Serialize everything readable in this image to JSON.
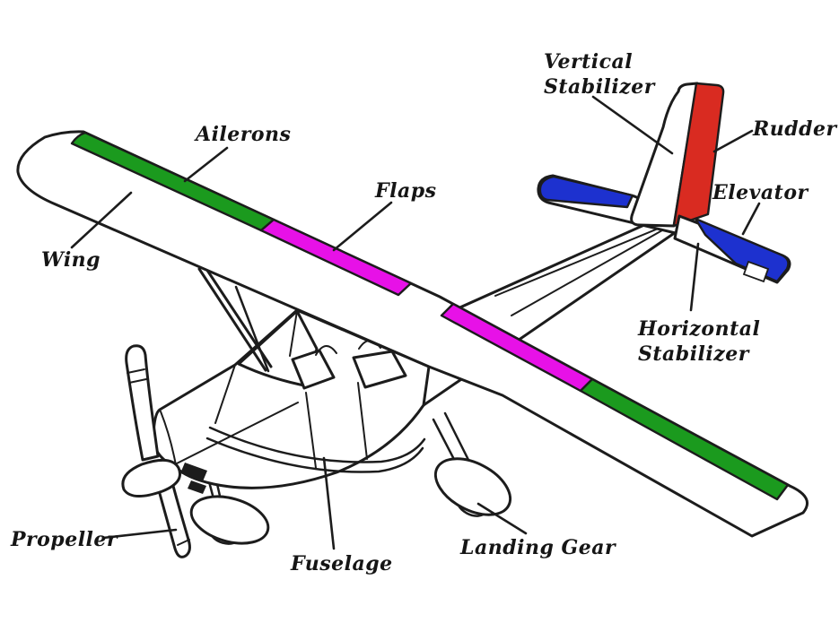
{
  "figure": {
    "type": "labeled-diagram",
    "subject": "airplane parts (high-wing single-engine aircraft, 3/4 view line drawing)",
    "colors": {
      "outline": "#1c1c1c",
      "aileron_green": "#1b9a1e",
      "flap_magenta": "#e711e7",
      "rudder_red": "#d92b21",
      "elevator_blue": "#1d31cf",
      "background": "#ffffff"
    },
    "labels": {
      "ailerons": "Ailerons",
      "flaps": "Flaps",
      "wing": "Wing",
      "vertical_stabilizer_line1": "Vertical",
      "vertical_stabilizer_line2": "Stabilizer",
      "rudder": "Rudder",
      "elevator": "Elevator",
      "horizontal_stabilizer_line1": "Horizontal",
      "horizontal_stabilizer_line2": "Stabilizer",
      "propeller": "Propeller",
      "fuselage": "Fuselage",
      "landing_gear": "Landing Gear"
    }
  }
}
